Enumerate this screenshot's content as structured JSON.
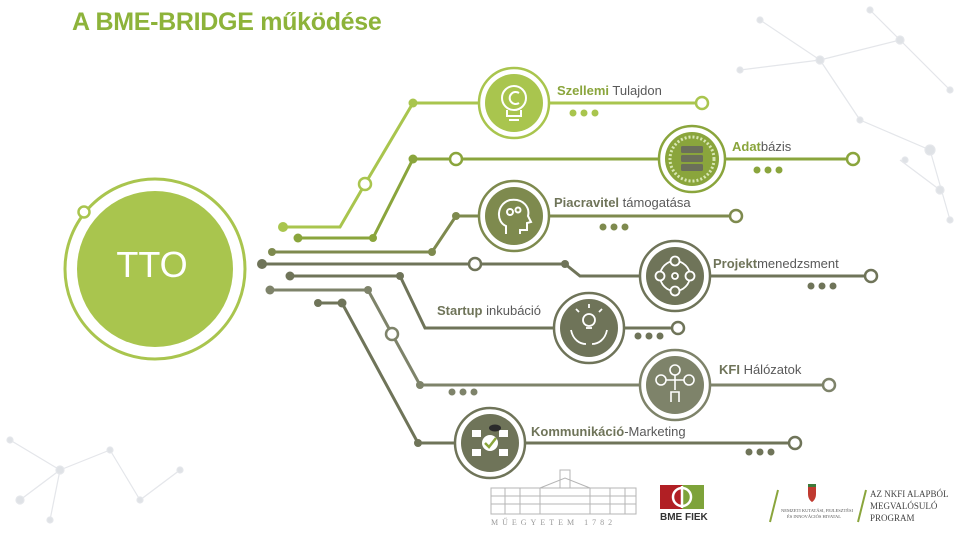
{
  "title": "A BME-BRIDGE működése",
  "center": {
    "label": "TTO"
  },
  "branches": [
    {
      "bold": "Szellemi",
      "rest": " Tulajdon",
      "icon": "copyright-bulb-icon"
    },
    {
      "bold": "Adat",
      "rest": "bázis",
      "icon": "database-icon"
    },
    {
      "bold": "Piacravitel",
      "rest": " támogatása",
      "icon": "head-gears-icon"
    },
    {
      "bold": "Projekt",
      "rest": "menedzsment",
      "icon": "team-cycle-icon"
    },
    {
      "bold": "Startup",
      "rest": " inkubáció",
      "icon": "hands-bulb-icon"
    },
    {
      "bold": "KFI",
      "rest": " Hálózatok",
      "icon": "network-people-icon"
    },
    {
      "bold": "Kommunikáció",
      "rest": "-Marketing",
      "icon": "communication-icon"
    }
  ],
  "footer": {
    "bme_caption": "MŰEGYETEM 1782",
    "fiek_label": "BME FIEK",
    "nkfih_small_1": "NEMZETI KUTATÁSI, FEJLESZTÉSI",
    "nkfih_small_2": "ÉS INNOVÁCIÓS HIVATAL",
    "program_1": "AZ NKFI ALAPBÓL",
    "program_2": "MEGVALÓSULÓ",
    "program_3": "PROGRAM"
  },
  "colors": {
    "light_green": "#a9c54e",
    "mid_green": "#8aa53c",
    "olive": "#6f7459",
    "grey_olive": "#7e836a",
    "text": "#595959",
    "title": "#8db33a"
  }
}
